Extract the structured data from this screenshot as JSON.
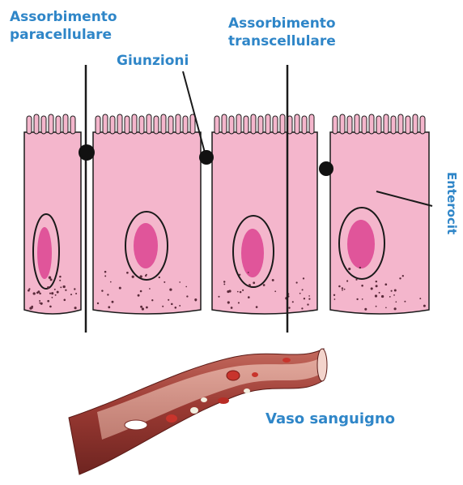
{
  "labels": {
    "paracellular": [
      "Assorbimento",
      "paracellulare"
    ],
    "transcellular": [
      "Assorbimento",
      "transcellulare"
    ],
    "junctions": "Giunzioni",
    "enterocytes": "Enterocit",
    "blood_vessel": "Vaso sanguigno"
  },
  "colors": {
    "label_text": "#2f86c8",
    "cell_fill": "#f4b6cc",
    "nucleus_fill": "#e0559a",
    "vessel": "#8a2f2a",
    "outline": "#1a1a1a"
  },
  "icons": {
    "junction": "tight-junction-dot",
    "pathway": "absorption-line"
  }
}
